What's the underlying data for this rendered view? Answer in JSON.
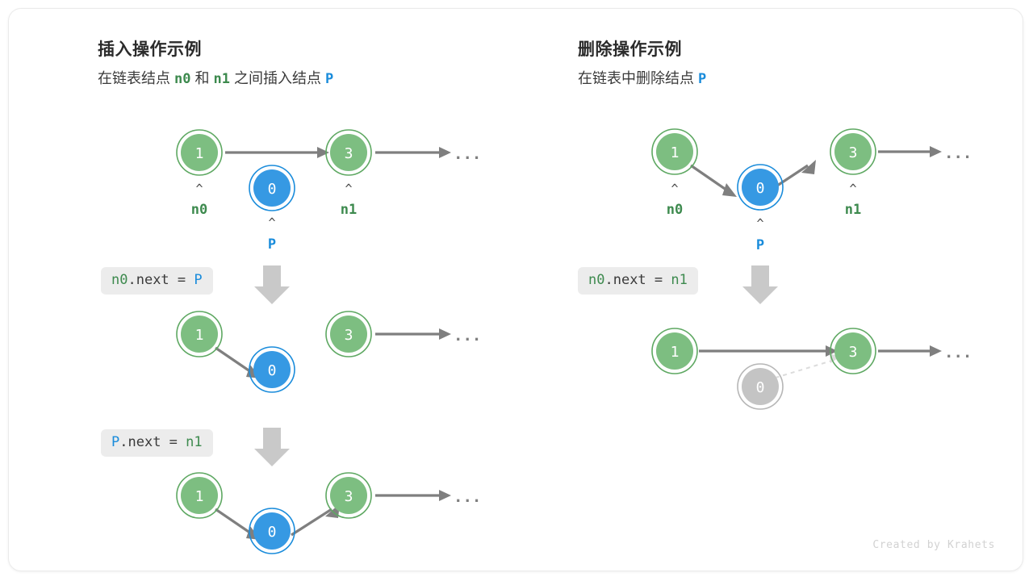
{
  "colors": {
    "green_fill": "#7dbe81",
    "green_ring": "#5ea862",
    "blue_fill": "#3699e3",
    "blue_ring": "#1a8cdb",
    "gray_fill": "#c4c4c4",
    "gray_ring": "#b6b6b6",
    "arrow": "#7f7f7f",
    "arrow_faded": "#dcdcdc",
    "down_arrow": "#c9c9c9",
    "code_bg": "#ececec",
    "label_green": "#3d8a4e",
    "label_blue": "#1a8cdb",
    "card_border": "#ebebeb"
  },
  "credit": "Created by Krahets",
  "left_panel": {
    "title": "插入操作示例",
    "subtitle": {
      "part1": "在链表结点",
      "ref1": "n0",
      "part2": "和",
      "ref2": "n1",
      "part3": "之间插入结点",
      "ref3": "P"
    },
    "steps": [
      {
        "code_tokens": [
          {
            "text": "n0",
            "color": "green"
          },
          {
            "text": ".next = ",
            "color": "plain"
          },
          {
            "text": "P",
            "color": "blue"
          }
        ]
      },
      {
        "code_tokens": [
          {
            "text": "P",
            "color": "blue"
          },
          {
            "text": ".next = ",
            "color": "plain"
          },
          {
            "text": "n1",
            "color": "green"
          }
        ]
      }
    ],
    "rows": [
      {
        "name": "initial-state",
        "nodes": [
          {
            "value": "1",
            "kind": "green",
            "pointer": "n0"
          },
          {
            "value": "0",
            "kind": "blue",
            "pointer": "P"
          },
          {
            "value": "3",
            "kind": "green",
            "pointer": "n1"
          }
        ],
        "ellipsis": "..."
      },
      {
        "name": "after-step-1",
        "nodes": [
          {
            "value": "1",
            "kind": "green"
          },
          {
            "value": "0",
            "kind": "blue"
          },
          {
            "value": "3",
            "kind": "green"
          }
        ],
        "ellipsis": "..."
      },
      {
        "name": "after-step-2",
        "nodes": [
          {
            "value": "1",
            "kind": "green"
          },
          {
            "value": "0",
            "kind": "blue"
          },
          {
            "value": "3",
            "kind": "green"
          }
        ],
        "ellipsis": "..."
      }
    ]
  },
  "right_panel": {
    "title": "删除操作示例",
    "subtitle": {
      "part1": "在链表中删除结点",
      "ref1": "P"
    },
    "steps": [
      {
        "code_tokens": [
          {
            "text": "n0",
            "color": "green"
          },
          {
            "text": ".next = ",
            "color": "plain"
          },
          {
            "text": "n1",
            "color": "green"
          }
        ]
      }
    ],
    "rows": [
      {
        "name": "initial-state",
        "nodes": [
          {
            "value": "1",
            "kind": "green",
            "pointer": "n0"
          },
          {
            "value": "0",
            "kind": "blue",
            "pointer": "P"
          },
          {
            "value": "3",
            "kind": "green",
            "pointer": "n1"
          }
        ],
        "ellipsis": "..."
      },
      {
        "name": "after-deletion",
        "nodes": [
          {
            "value": "1",
            "kind": "green"
          },
          {
            "value": "0",
            "kind": "gray"
          },
          {
            "value": "3",
            "kind": "green"
          }
        ],
        "ellipsis": "..."
      }
    ]
  }
}
